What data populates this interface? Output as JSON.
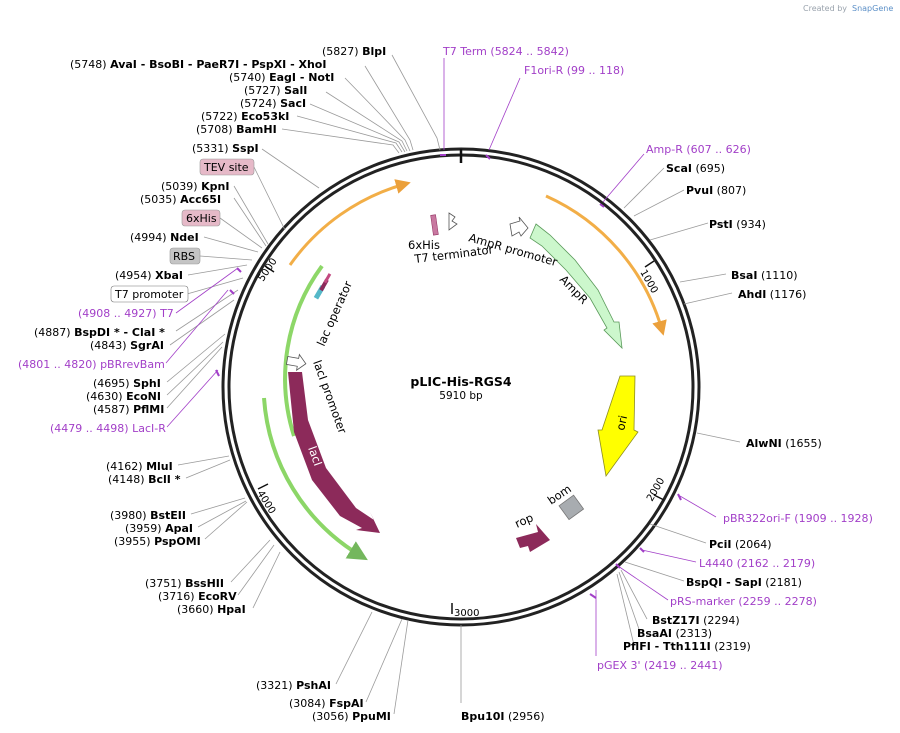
{
  "plasmid": {
    "name": "pLIC-His-RGS4",
    "length": 5910,
    "length_label": "5910 bp"
  },
  "credit": {
    "prefix": "Created by",
    "brand": "SnapGene"
  },
  "tick_labels": [
    "1000",
    "2000",
    "3000",
    "4000",
    "5000"
  ],
  "sites": [
    {
      "pos": "5827",
      "name": "BlpI"
    },
    {
      "pos": "5748",
      "name": "AvaI - BsoBI - PaeR7I - PspXI - XhoI"
    },
    {
      "pos": "5740",
      "name": "EagI - NotI"
    },
    {
      "pos": "5727",
      "name": "SalI"
    },
    {
      "pos": "5724",
      "name": "SacI"
    },
    {
      "pos": "5722",
      "name": "Eco53kI"
    },
    {
      "pos": "5708",
      "name": "BamHI"
    },
    {
      "pos": "5331",
      "name": "SspI"
    },
    {
      "pos": "5039",
      "name": "KpnI"
    },
    {
      "pos": "5035",
      "name": "Acc65I"
    },
    {
      "pos": "4994",
      "name": "NdeI"
    },
    {
      "pos": "4954",
      "name": "XbaI"
    },
    {
      "pos": "4887",
      "name": "BspDI * - ClaI *"
    },
    {
      "pos": "4843",
      "name": "SgrAI"
    },
    {
      "pos": "4695",
      "name": "SphI"
    },
    {
      "pos": "4630",
      "name": "EcoNI"
    },
    {
      "pos": "4587",
      "name": "PflMI"
    },
    {
      "pos": "4162",
      "name": "MluI"
    },
    {
      "pos": "4148",
      "name": "BclI *"
    },
    {
      "pos": "3980",
      "name": "BstEII"
    },
    {
      "pos": "3959",
      "name": "ApaI"
    },
    {
      "pos": "3955",
      "name": "PspOMI"
    },
    {
      "pos": "3751",
      "name": "BssHII"
    },
    {
      "pos": "3716",
      "name": "EcoRV"
    },
    {
      "pos": "3660",
      "name": "HpaI"
    },
    {
      "pos": "3321",
      "name": "PshAI"
    },
    {
      "pos": "3084",
      "name": "FspAI"
    },
    {
      "pos": "3056",
      "name": "PpuMI"
    },
    {
      "pos": "2956",
      "name": "Bpu10I"
    },
    {
      "pos": "695",
      "name": "ScaI"
    },
    {
      "pos": "807",
      "name": "PvuI"
    },
    {
      "pos": "934",
      "name": "PstI"
    },
    {
      "pos": "1110",
      "name": "BsaI"
    },
    {
      "pos": "1176",
      "name": "AhdI"
    },
    {
      "pos": "1655",
      "name": "AlwNI"
    },
    {
      "pos": "2064",
      "name": "PciI"
    },
    {
      "pos": "2181",
      "name": "BspQI - SapI"
    },
    {
      "pos": "2294",
      "name": "BstZ17I"
    },
    {
      "pos": "2313",
      "name": "BsaAI"
    },
    {
      "pos": "2319",
      "name": "PflFI - Tth111I"
    }
  ],
  "primers": [
    {
      "name": "T7 Term",
      "range": "5824 .. 5842"
    },
    {
      "name": "F1ori-R",
      "range": "99 .. 118"
    },
    {
      "name": "Amp-R",
      "range": "607 .. 626"
    },
    {
      "name": "T7",
      "range": "4908 .. 4927"
    },
    {
      "name": "pBRrevBam",
      "range": "4801 .. 4820"
    },
    {
      "name": "LacI-R",
      "range": "4479 .. 4498"
    },
    {
      "name": "pBR322ori-F",
      "range": "1909 .. 1928"
    },
    {
      "name": "L4440",
      "range": "2162 .. 2179"
    },
    {
      "name": "pRS-marker",
      "range": "2259 .. 2278"
    },
    {
      "name": "pGEX 3'",
      "range": "2419 .. 2441"
    }
  ],
  "boxed_features": [
    {
      "name": "TEV site",
      "color": "#e6b9c8"
    },
    {
      "name": "6xHis",
      "color": "#e6b9c8"
    },
    {
      "name": "RBS",
      "color": "#c4c4c4"
    },
    {
      "name": "T7 promoter",
      "color": "#ffffff"
    }
  ],
  "features": {
    "sixhis": "6xHis",
    "t7term": "T7 terminator",
    "amprprom": "AmpR promoter",
    "ampr": "AmpR",
    "ori": "ori",
    "bom": "bom",
    "rop": "rop",
    "lacop": "lac operator",
    "laciprom": "lacI promoter",
    "laci": "lacI"
  },
  "colors": {
    "ampr": "#ccf7cc",
    "ori": "#ffff00",
    "laci": "#8c2a5a",
    "rop": "#8c2a5a",
    "bom": "#a8acb0",
    "orf_arc": "#f0a028",
    "green_arc": "#5cc628",
    "primer": "#a23fc8"
  }
}
